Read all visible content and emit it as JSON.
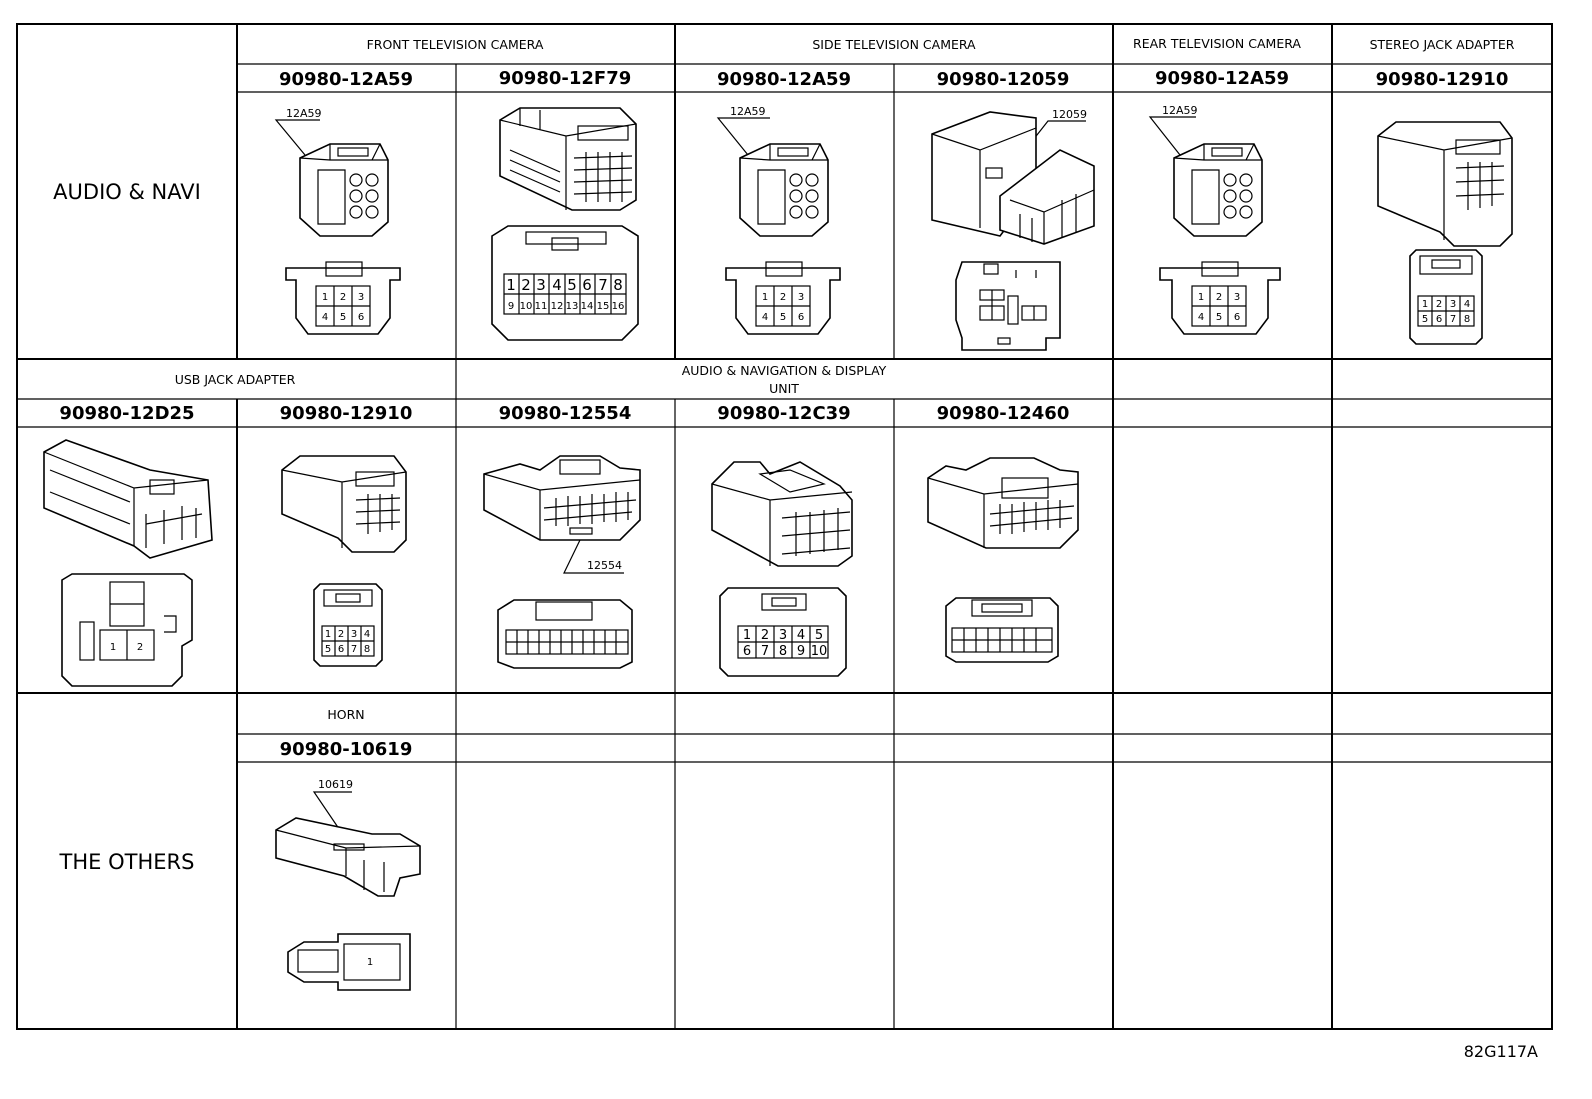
{
  "rows": [
    {
      "label": "AUDIO & NAVI"
    },
    {
      "label": ""
    },
    {
      "label": "THE OTHERS"
    }
  ],
  "headers": {
    "front_camera": "FRONT TELEVISION CAMERA",
    "side_camera": "SIDE TELEVISION CAMERA",
    "rear_camera": "REAR TELEVISION CAMERA",
    "stereo_jack": "STEREO JACK ADAPTER",
    "usb_jack": "USB JACK ADAPTER",
    "audio_nav_line1": "AUDIO & NAVIGATION & DISPLAY",
    "audio_nav_line2": "UNIT",
    "horn": "HORN"
  },
  "parts": {
    "p1": "90980-12A59",
    "p2": "90980-12F79",
    "p3": "90980-12A59",
    "p4": "90980-12059",
    "p5": "90980-12A59",
    "p6": "90980-12910",
    "p7": "90980-12D25",
    "p8": "90980-12910",
    "p9": "90980-12554",
    "p10": "90980-12C39",
    "p11": "90980-12460",
    "p12": "90980-10619"
  },
  "tags": {
    "t1": "12A59",
    "t3": "12A59",
    "t4": "12059",
    "t5": "12A59",
    "t9": "12554",
    "t12": "10619"
  },
  "pins": {
    "six": [
      "1",
      "2",
      "3",
      "4",
      "5",
      "6"
    ],
    "sixteen": [
      "1",
      "2",
      "3",
      "4",
      "5",
      "6",
      "7",
      "8",
      "9",
      "10",
      "11",
      "12",
      "13",
      "14",
      "15",
      "16"
    ],
    "eight": [
      "1",
      "2",
      "3",
      "4",
      "5",
      "6",
      "7",
      "8"
    ],
    "ten": [
      "1",
      "2",
      "3",
      "4",
      "5",
      "6",
      "7",
      "8",
      "9",
      "10"
    ],
    "two": [
      "1",
      "2"
    ],
    "one": "1"
  },
  "diagram_code": "82G117A"
}
